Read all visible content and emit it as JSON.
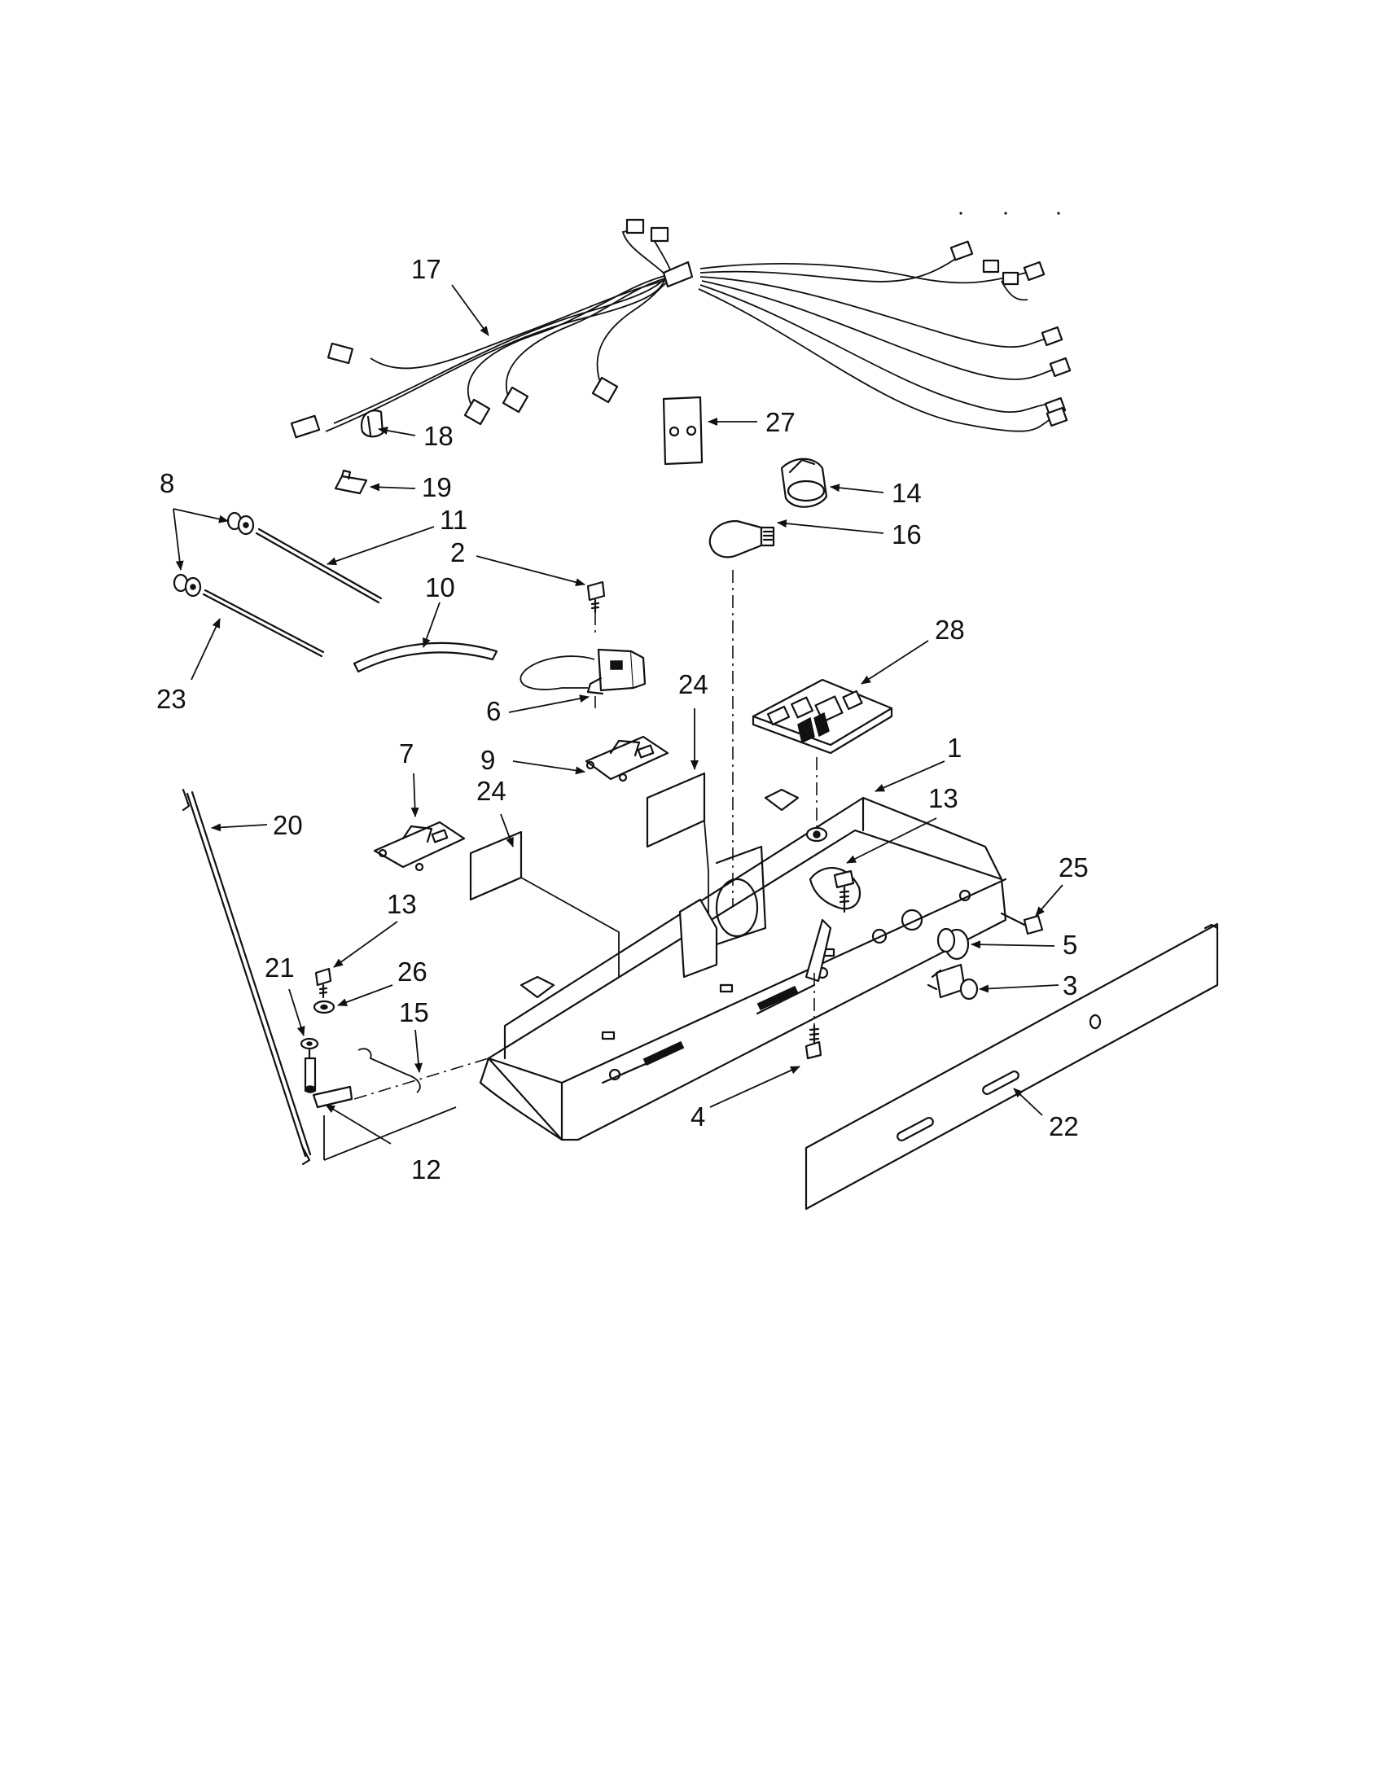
{
  "diagram": {
    "type": "exploded parts diagram",
    "callouts": [
      {
        "id": "c17",
        "text": "17"
      },
      {
        "id": "c18",
        "text": "18"
      },
      {
        "id": "c19",
        "text": "19"
      },
      {
        "id": "c27",
        "text": "27"
      },
      {
        "id": "c14",
        "text": "14"
      },
      {
        "id": "c16",
        "text": "16"
      },
      {
        "id": "c8",
        "text": "8"
      },
      {
        "id": "c11",
        "text": "11"
      },
      {
        "id": "c2",
        "text": "2"
      },
      {
        "id": "c10",
        "text": "10"
      },
      {
        "id": "c23",
        "text": "23"
      },
      {
        "id": "c6",
        "text": "6"
      },
      {
        "id": "c28",
        "text": "28"
      },
      {
        "id": "c24a",
        "text": "24"
      },
      {
        "id": "c24b",
        "text": "24"
      },
      {
        "id": "c7",
        "text": "7"
      },
      {
        "id": "c9",
        "text": "9"
      },
      {
        "id": "c1",
        "text": "1"
      },
      {
        "id": "c13a",
        "text": "13"
      },
      {
        "id": "c20",
        "text": "20"
      },
      {
        "id": "c25",
        "text": "25"
      },
      {
        "id": "c13b",
        "text": "13"
      },
      {
        "id": "c5",
        "text": "5"
      },
      {
        "id": "c21",
        "text": "21"
      },
      {
        "id": "c26",
        "text": "26"
      },
      {
        "id": "c3",
        "text": "3"
      },
      {
        "id": "c15",
        "text": "15"
      },
      {
        "id": "c4",
        "text": "4"
      },
      {
        "id": "c22",
        "text": "22"
      },
      {
        "id": "c12",
        "text": "12"
      }
    ]
  }
}
